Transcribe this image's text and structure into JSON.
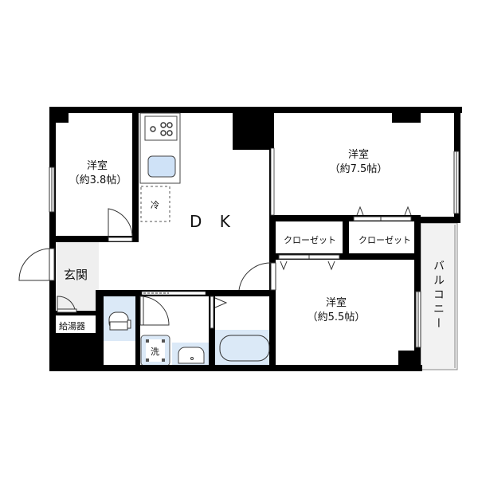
{
  "floorplan": {
    "rooms": {
      "western_room_1": {
        "name": "洋室",
        "size": "（約3.8帖）"
      },
      "western_room_2": {
        "name": "洋室",
        "size": "（約7.5帖）"
      },
      "western_room_3": {
        "name": "洋室",
        "size": "（約5.5帖）"
      },
      "dk": {
        "name": "D K"
      },
      "entrance": {
        "name": "玄関"
      },
      "water_heater": {
        "name": "給湯器"
      },
      "closet_1": {
        "name": "クローゼット"
      },
      "closet_2": {
        "name": "クローゼット"
      },
      "balcony": {
        "name": "バルコニー"
      },
      "fridge": {
        "name": "冷"
      },
      "washer": {
        "name": "洗"
      }
    },
    "colors": {
      "wall": "#000000",
      "wet_area": "#dbe9f7",
      "entrance_floor": "#efefef",
      "balcony_floor": "#f2f2f2",
      "line": "#333333"
    }
  }
}
